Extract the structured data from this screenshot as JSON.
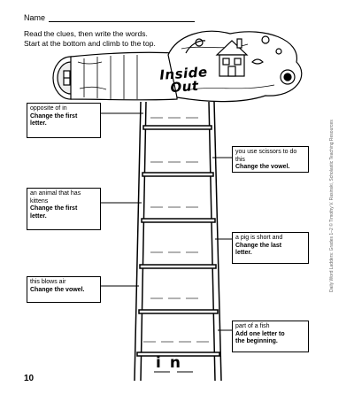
{
  "header": {
    "name_label": "Name",
    "instructions_line1": "Read the clues, then write the words.",
    "instructions_line2": "Start at the bottom and climb to the top."
  },
  "title": {
    "line1": "Inside",
    "line2": "Out"
  },
  "clues": [
    {
      "question": "opposite of in",
      "direction_1": "Change the first",
      "direction_2": "letter."
    },
    {
      "question": "you use scissors to do this",
      "direction_1": "Change the vowel.",
      "direction_2": ""
    },
    {
      "question": "an animal that has kittens",
      "direction_1": "Change the first",
      "direction_2": "letter."
    },
    {
      "question": "a pig is short and",
      "direction_1": "Change the last",
      "direction_2": "letter."
    },
    {
      "question": "this blows air",
      "direction_1": "Change the vowel.",
      "direction_2": ""
    },
    {
      "question": "part of a fish",
      "direction_1": "Add one letter to",
      "direction_2": "the beginning."
    }
  ],
  "start_word": "in",
  "footer": {
    "page_number": "10",
    "side_credit": "Daily Word Ladders: Grades 1–2 © Timothy V. Rasinski, Scholastic Teaching Resources"
  }
}
